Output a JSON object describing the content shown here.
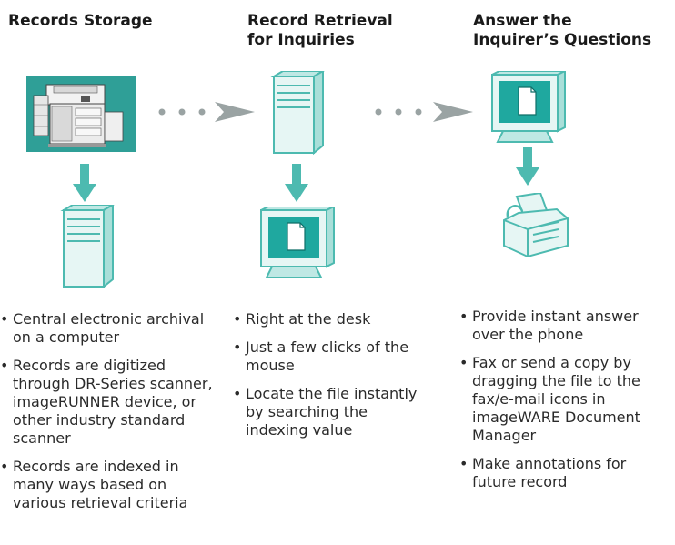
{
  "columns": [
    {
      "title_lines": [
        "Records Storage"
      ],
      "bullets": [
        "Central electronic archival on a computer",
        "Records are digitized through DR-Series scanner, imageRUNNER device, or other industry standard scanner",
        "Records are indexed in many ways based on various retrieval criteria"
      ]
    },
    {
      "title_lines": [
        "Record Retrieval",
        "for Inquiries"
      ],
      "bullets": [
        "Right at the desk",
        "Just a few clicks of the mouse",
        "Locate the file instantly by searching the indexing value"
      ]
    },
    {
      "title_lines": [
        "Answer the",
        "Inquirer’s Questions"
      ],
      "bullets": [
        "Provide instant answer over the phone",
        "Fax or send a copy by dragging the file to the fax/e-mail icons in imageWARE Document Manager",
        "Make annotations for future record"
      ]
    }
  ],
  "colors": {
    "accent": "#4dbab0",
    "accent_light": "#e6f6f4",
    "connector": "#9aa3a3",
    "screen_fill": "#1fa89f"
  },
  "icons": [
    "copier-device-icon",
    "server-tower-icon",
    "monitor-document-icon",
    "fax-machine-icon",
    "arrow-down-icon",
    "dotted-arrow-right-icon"
  ]
}
